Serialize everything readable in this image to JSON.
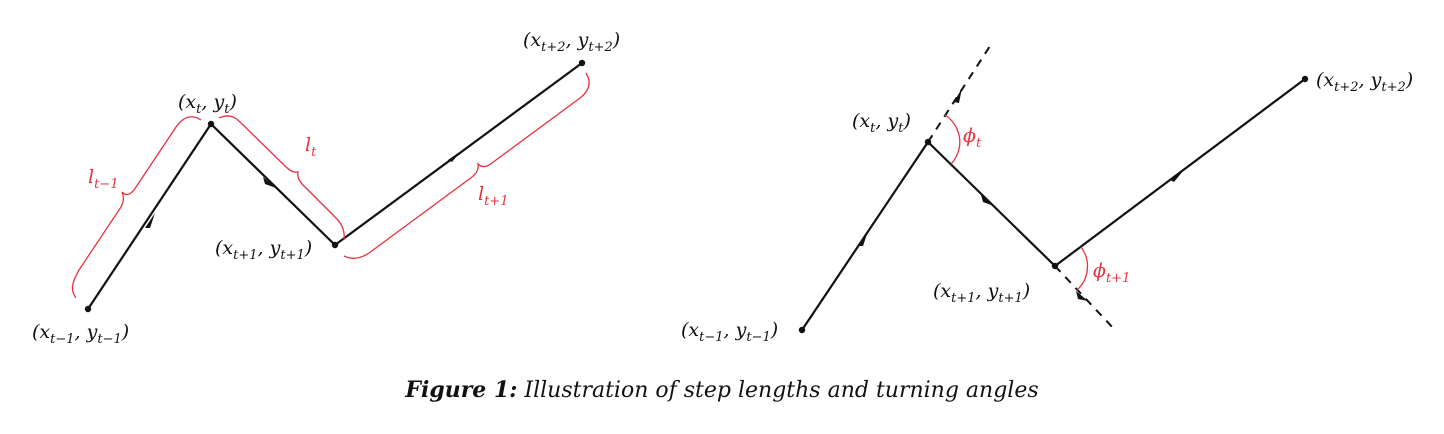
{
  "left_panel": {
    "points": [
      {
        "x": "x",
        "xs": "t−1",
        "y": "y",
        "ys": "t−1"
      },
      {
        "x": "x",
        "xs": "t",
        "y": "y",
        "ys": "t"
      },
      {
        "x": "x",
        "xs": "t+1",
        "y": "y",
        "ys": "t+1"
      },
      {
        "x": "x",
        "xs": "t+2",
        "y": "y",
        "ys": "t+2"
      }
    ],
    "steps": [
      {
        "sym": "l",
        "sub": "t−1"
      },
      {
        "sym": "l",
        "sub": "t"
      },
      {
        "sym": "l",
        "sub": "t+1"
      }
    ]
  },
  "right_panel": {
    "points": [
      {
        "x": "x",
        "xs": "t−1",
        "y": "y",
        "ys": "t−1"
      },
      {
        "x": "x",
        "xs": "t",
        "y": "y",
        "ys": "t"
      },
      {
        "x": "x",
        "xs": "t+1",
        "y": "y",
        "ys": "t+1"
      },
      {
        "x": "x",
        "xs": "t+2",
        "y": "y",
        "ys": "t+2"
      }
    ],
    "angles": [
      {
        "sym": "ϕ",
        "sub": "t"
      },
      {
        "sym": "ϕ",
        "sub": "t+1"
      }
    ]
  },
  "caption": {
    "label": "Figure 1:",
    "text": "Illustration of step lengths and turning angles"
  },
  "colors": {
    "annotation": "#e8323e",
    "path": "#111111"
  }
}
